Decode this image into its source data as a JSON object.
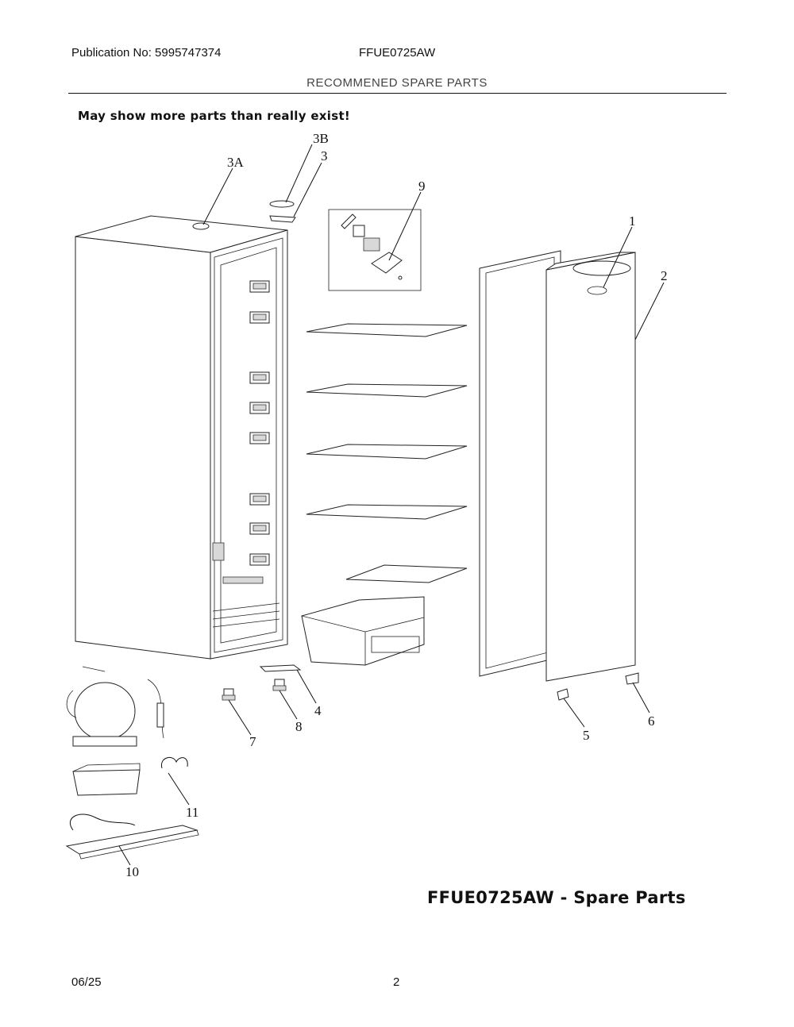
{
  "header": {
    "publication": "Publication No: 5995747374",
    "model": "FFUE0725AW",
    "section": "RECOMMENED SPARE PARTS"
  },
  "note": "May show more parts than really exist!",
  "callouts": {
    "c1": "1",
    "c2": "2",
    "c3": "3",
    "c3A": "3A",
    "c3B": "3B",
    "c4": "4",
    "c5": "5",
    "c6": "6",
    "c7": "7",
    "c8": "8",
    "c9": "9",
    "c10": "10",
    "c11": "11"
  },
  "title": "FFUE0725AW  - Spare Parts",
  "footer": {
    "date": "06/25",
    "page": "2"
  }
}
